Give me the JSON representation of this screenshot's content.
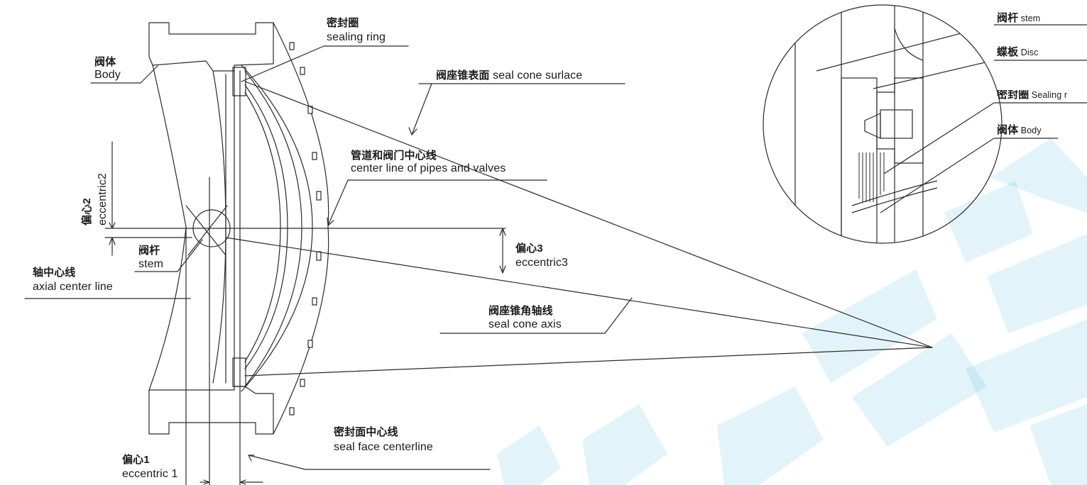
{
  "diagram": {
    "labels": {
      "body": {
        "zh": "阀体",
        "en": "Body"
      },
      "sealing_ring": {
        "zh": "密封圈",
        "en": "sealing ring"
      },
      "seal_cone_surface": {
        "zh": "阀座锥表面",
        "en": "seal cone surlace"
      },
      "center_line": {
        "zh": "管道和阀门中心线",
        "en": "center line of pipes and valves"
      },
      "eccentric2": {
        "zh": "偏心2",
        "en": "eccentric2"
      },
      "stem": {
        "zh": "阀杆",
        "en": "stem"
      },
      "eccentric3": {
        "zh": "偏心3",
        "en": "eccentric3"
      },
      "axial_center_line": {
        "zh": "轴中心线",
        "en": "axial center line"
      },
      "seal_cone_axis": {
        "zh": "阀座锥角轴线",
        "en": "seal cone axis"
      },
      "seal_face_centerline": {
        "zh": "密封面中心线",
        "en": "seal face centerline"
      },
      "eccentric1": {
        "zh": "偏心1",
        "en": "eccentric 1"
      }
    },
    "detail": {
      "stem": {
        "zh": "阀杆",
        "en": "stem"
      },
      "disc": {
        "zh": "蝶板",
        "en": "Disc"
      },
      "sealing": {
        "zh": "密封圈",
        "en": "Sealing r"
      },
      "body": {
        "zh": "阀体",
        "en": "Body"
      }
    },
    "colors": {
      "line": "#2a2a2a",
      "watermark": "#2fb3d6"
    }
  }
}
